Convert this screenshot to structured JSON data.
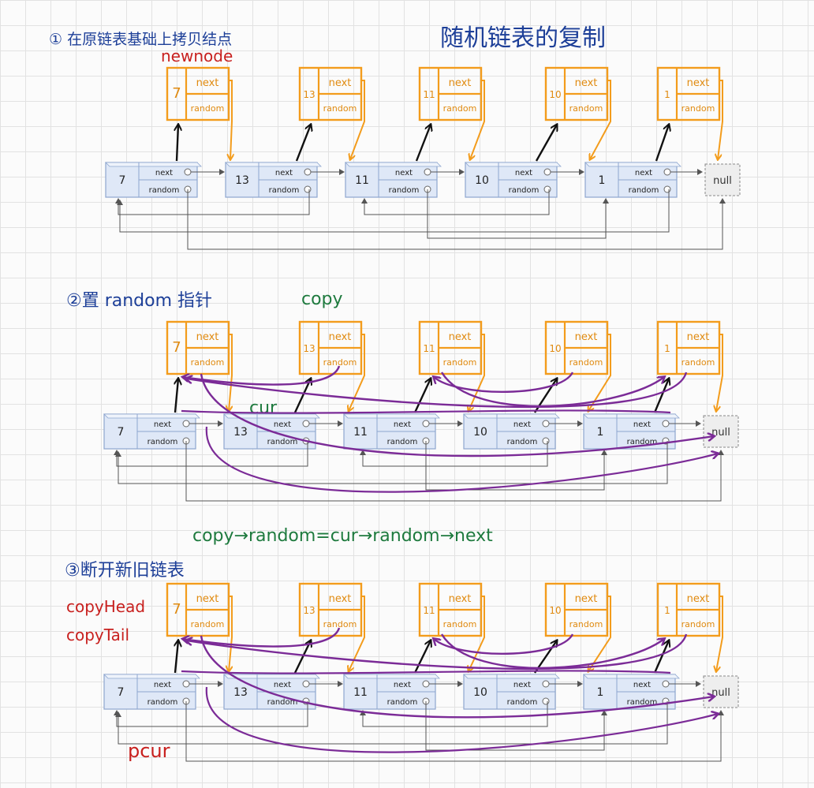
{
  "title": "随机链表的复制",
  "steps": [
    {
      "label": "① 在原链表基础上拷贝结点",
      "note_label": "newnode",
      "note_color": "#c8201e"
    },
    {
      "label": "②置 random 指针",
      "note_label": "copy",
      "extra_label": "cur"
    },
    {
      "label": "③断开新旧链表",
      "top_note": "copy→random=cur→random→next",
      "side_labels": [
        "copyHead",
        "copyTail"
      ],
      "bottom_label": "pcur"
    }
  ],
  "list": {
    "values": [
      "7",
      "13",
      "11",
      "10",
      "1"
    ],
    "next_label": "next",
    "random_label": "random",
    "null_label": "null"
  },
  "copy_nodes": {
    "values": [
      "7",
      "13",
      "11",
      "10",
      "1"
    ],
    "next_label": "next",
    "random_label": "random"
  },
  "colors": {
    "original_node_fill": "#dfe8f7",
    "original_node_stroke": "#8ea6cf",
    "copy_node_stroke": "#f39c1c",
    "random_pointer": "#7b2b97",
    "title_ink": "#1d3f98"
  }
}
